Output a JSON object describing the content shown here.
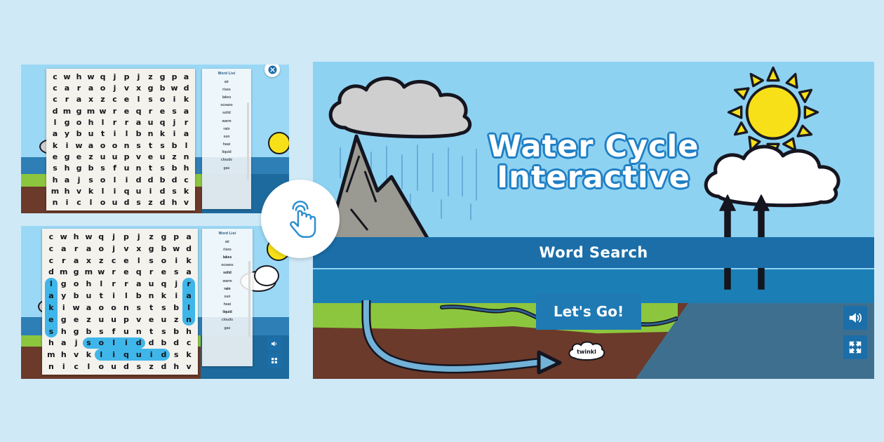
{
  "page": {
    "background_color": "#cfe9f7",
    "title": "Water Cycle Interactive Word Search"
  },
  "main_panel": {
    "title_line1": "Water Cycle",
    "title_line2": "Interactive",
    "subject_bar_label": "Word Search",
    "start_button_label": "Let's Go!",
    "brand_logo_label": "twinkl",
    "controls": [
      {
        "name": "sound-button",
        "icon": "speaker-icon"
      },
      {
        "name": "fullscreen-button",
        "icon": "expand-icon"
      }
    ],
    "colors": {
      "sky": "#8ed2f2",
      "sea_band": "#1b7fb5",
      "sea_body": "#3f6f8e",
      "grass": "#8cc63e",
      "soil": "#6b3a2a",
      "mountain": "#9a9a92",
      "sun": "#f7e018",
      "rain_cloud": "#cfcfcf",
      "white_cloud": "#ffffff",
      "bar_blue": "#1b6ea8",
      "button_blue": "#1f7ab3",
      "title_outline": "#1f7fc4"
    }
  },
  "word_search": {
    "word_list_title": "Word List",
    "words": [
      "air",
      "rises",
      "lakes",
      "oceans",
      "solid",
      "warm",
      "rain",
      "sun",
      "heat",
      "liquid",
      "clouds",
      "gas"
    ],
    "found_words": [
      "lakes",
      "solid",
      "rain",
      "liquid"
    ],
    "grid_rows": [
      "cwhwqjpjzgpa",
      "caraojvxgbwd",
      "craxzcelsoik",
      "dmgmwreqresa",
      "lgohlrrauqjr",
      "aybutilbnkia",
      "kiwaoonstsbl",
      "egezuupveuzn",
      "shgbsfuntsbh",
      "hajsoliddbdc",
      "mhvkliquidsk",
      "nicloudszdhv"
    ],
    "highlights_found": [
      {
        "word": "lakes",
        "orientation": "vertical",
        "col": 0,
        "row_start": 4,
        "row_end": 8
      },
      {
        "word": "rain",
        "orientation": "vertical",
        "col": 11,
        "row_start": 4,
        "row_end": 7
      },
      {
        "word": "solid",
        "orientation": "horizontal",
        "row": 9,
        "col_start": 3,
        "col_end": 7
      },
      {
        "word": "liquid",
        "orientation": "horizontal",
        "row": 10,
        "col_start": 4,
        "col_end": 9
      }
    ]
  },
  "thumbnails": {
    "top": {
      "name": "word-search-unsolved-thumbnail",
      "close_button_icon": "close-icon"
    },
    "bottom": {
      "name": "word-search-solved-thumbnail",
      "controls": [
        {
          "name": "sound-button",
          "icon": "speaker-icon"
        },
        {
          "name": "grid-menu-button",
          "icon": "grid-icon"
        }
      ]
    }
  },
  "overlay": {
    "hand_badge_icon": "tap-hand-icon"
  }
}
